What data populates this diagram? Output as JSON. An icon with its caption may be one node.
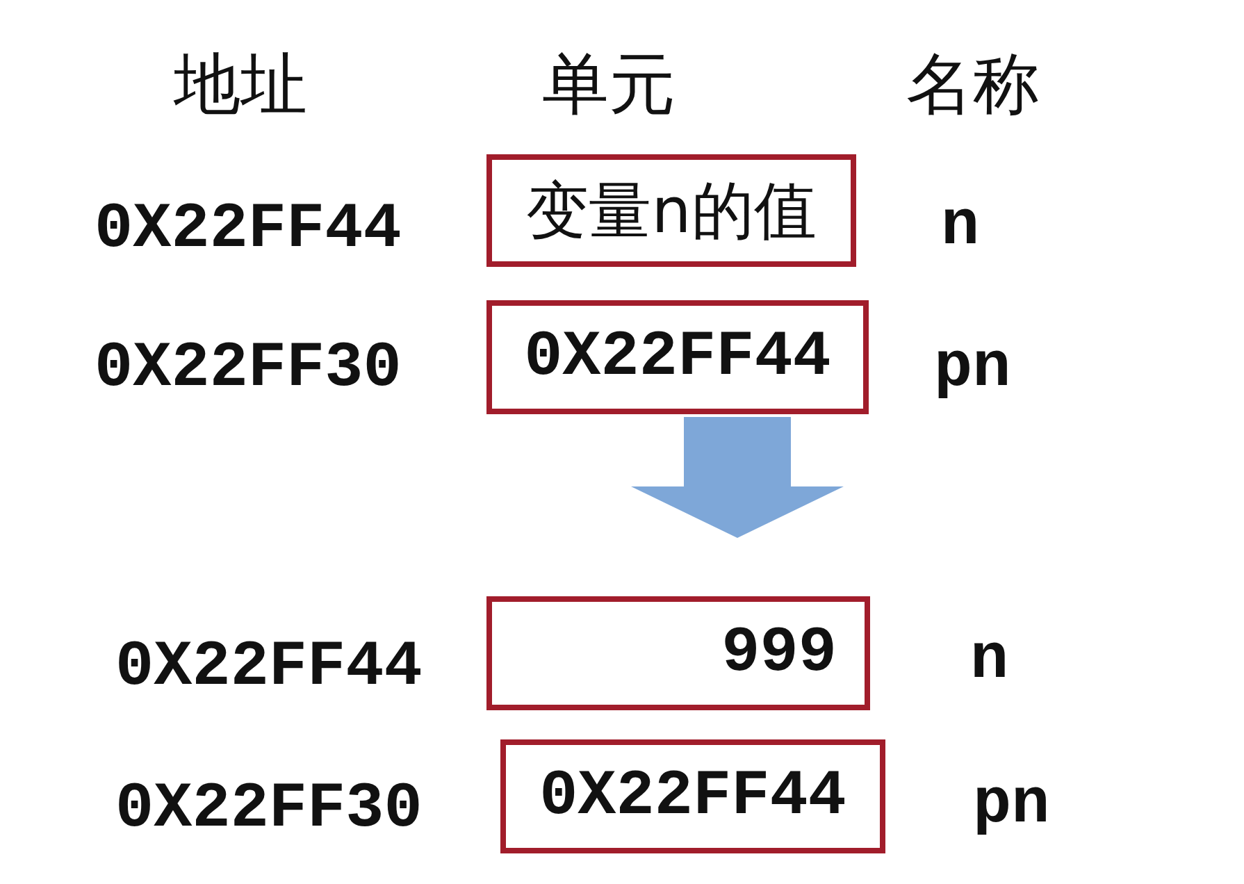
{
  "diagram": {
    "nodes": [
      {
        "text": [
          "变量n的值"
        ],
        "beside": [
          "0X22FF44",
          "n"
        ]
      },
      {
        "text": [
          "0X22FF44"
        ],
        "beside": [
          "0X22FF30",
          "pn"
        ]
      },
      {
        "text": [
          "999"
        ],
        "beside": [
          "0X22FF44",
          "n"
        ]
      },
      {
        "text": [
          "0X22FF44"
        ],
        "beside": [
          "0X22FF30",
          "pn"
        ]
      }
    ],
    "edges": [
      {
        "from": 1,
        "to": 2,
        "arrow": "to"
      }
    ],
    "labels": [
      "地址",
      "单元",
      "名称"
    ]
  }
}
